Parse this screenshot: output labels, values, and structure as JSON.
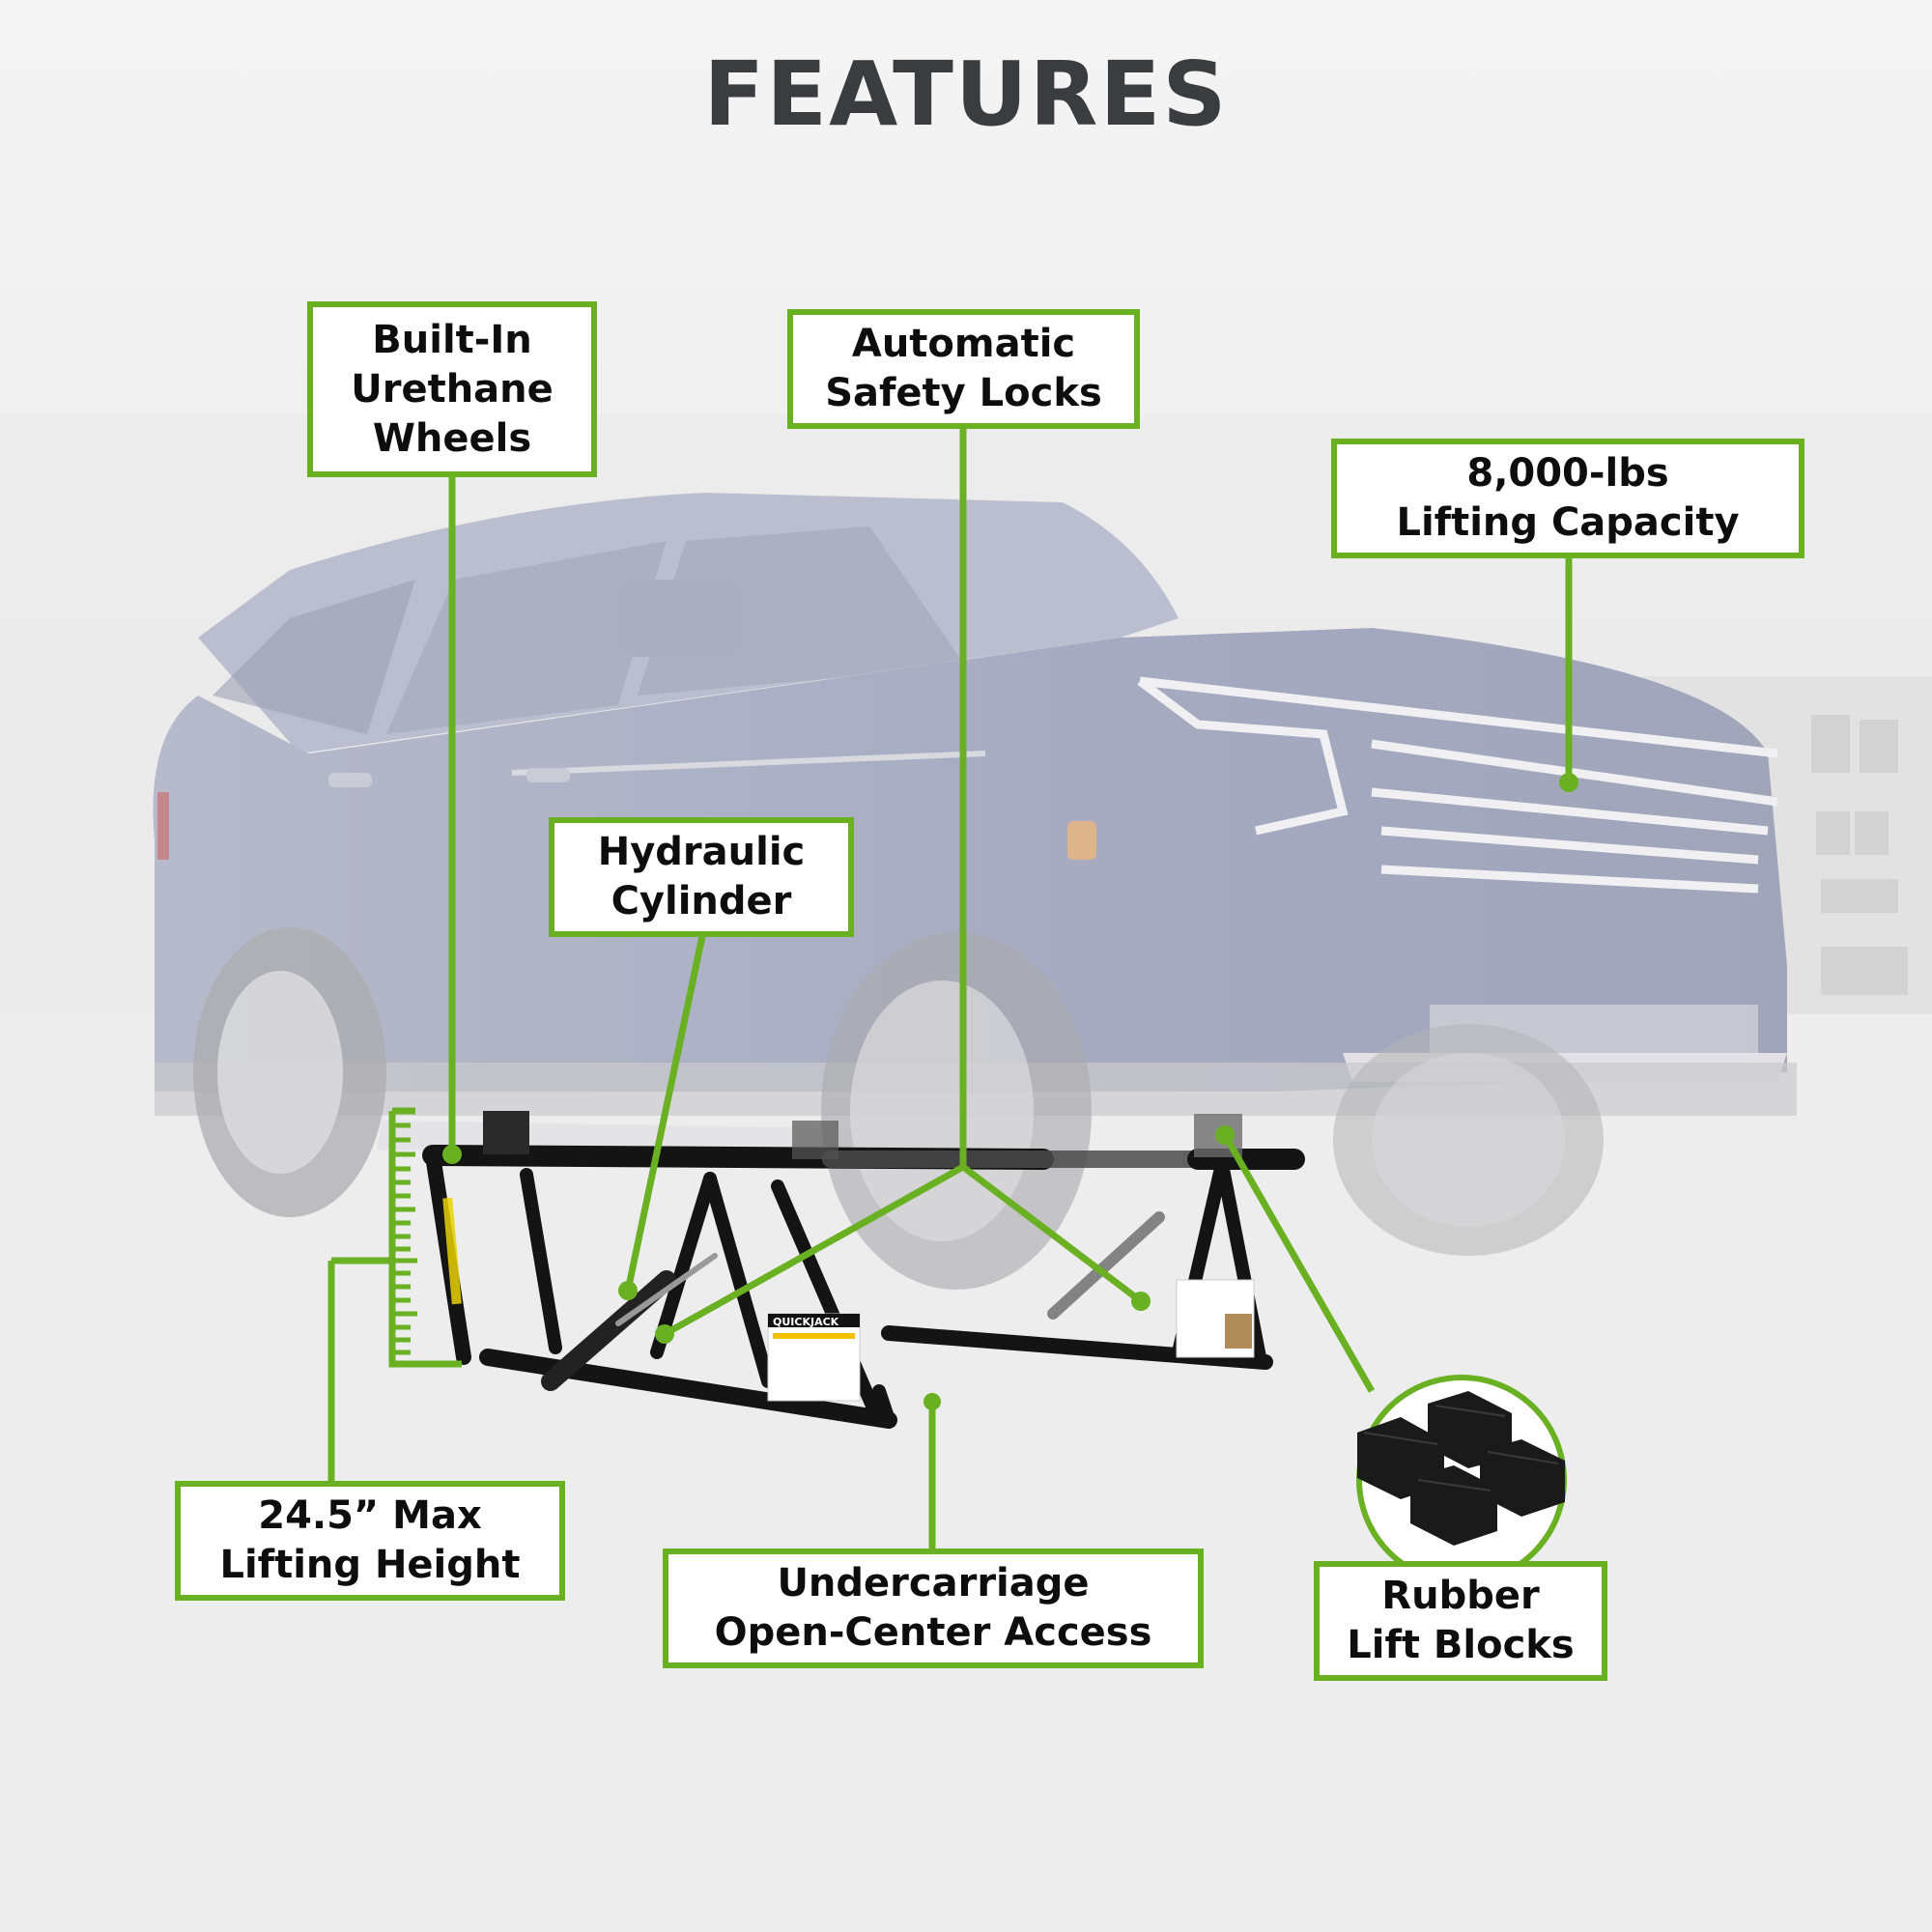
{
  "title": "FEATURES",
  "accent_color": "#6ab023",
  "callouts": [
    {
      "id": "wheels",
      "line1": "Built-In",
      "line2": "Urethane",
      "line3": "Wheels"
    },
    {
      "id": "locks",
      "line1": "Automatic",
      "line2": "Safety Locks"
    },
    {
      "id": "capacity",
      "line1": "8,000-lbs",
      "line2": "Lifting Capacity"
    },
    {
      "id": "cylinder",
      "line1": "Hydraulic",
      "line2": "Cylinder"
    },
    {
      "id": "height",
      "line1": "24.5” Max",
      "line2": "Lifting Height"
    },
    {
      "id": "access",
      "line1": "Undercarriage",
      "line2": "Open-Center Access"
    },
    {
      "id": "blocks",
      "line1": "Rubber",
      "line2": "Lift Blocks"
    }
  ],
  "product_label": "QUICKJACK",
  "images": {
    "vehicle": "suv-illustration",
    "lift": "quickjack-lift-frames",
    "blocks": "rubber-lift-blocks"
  }
}
